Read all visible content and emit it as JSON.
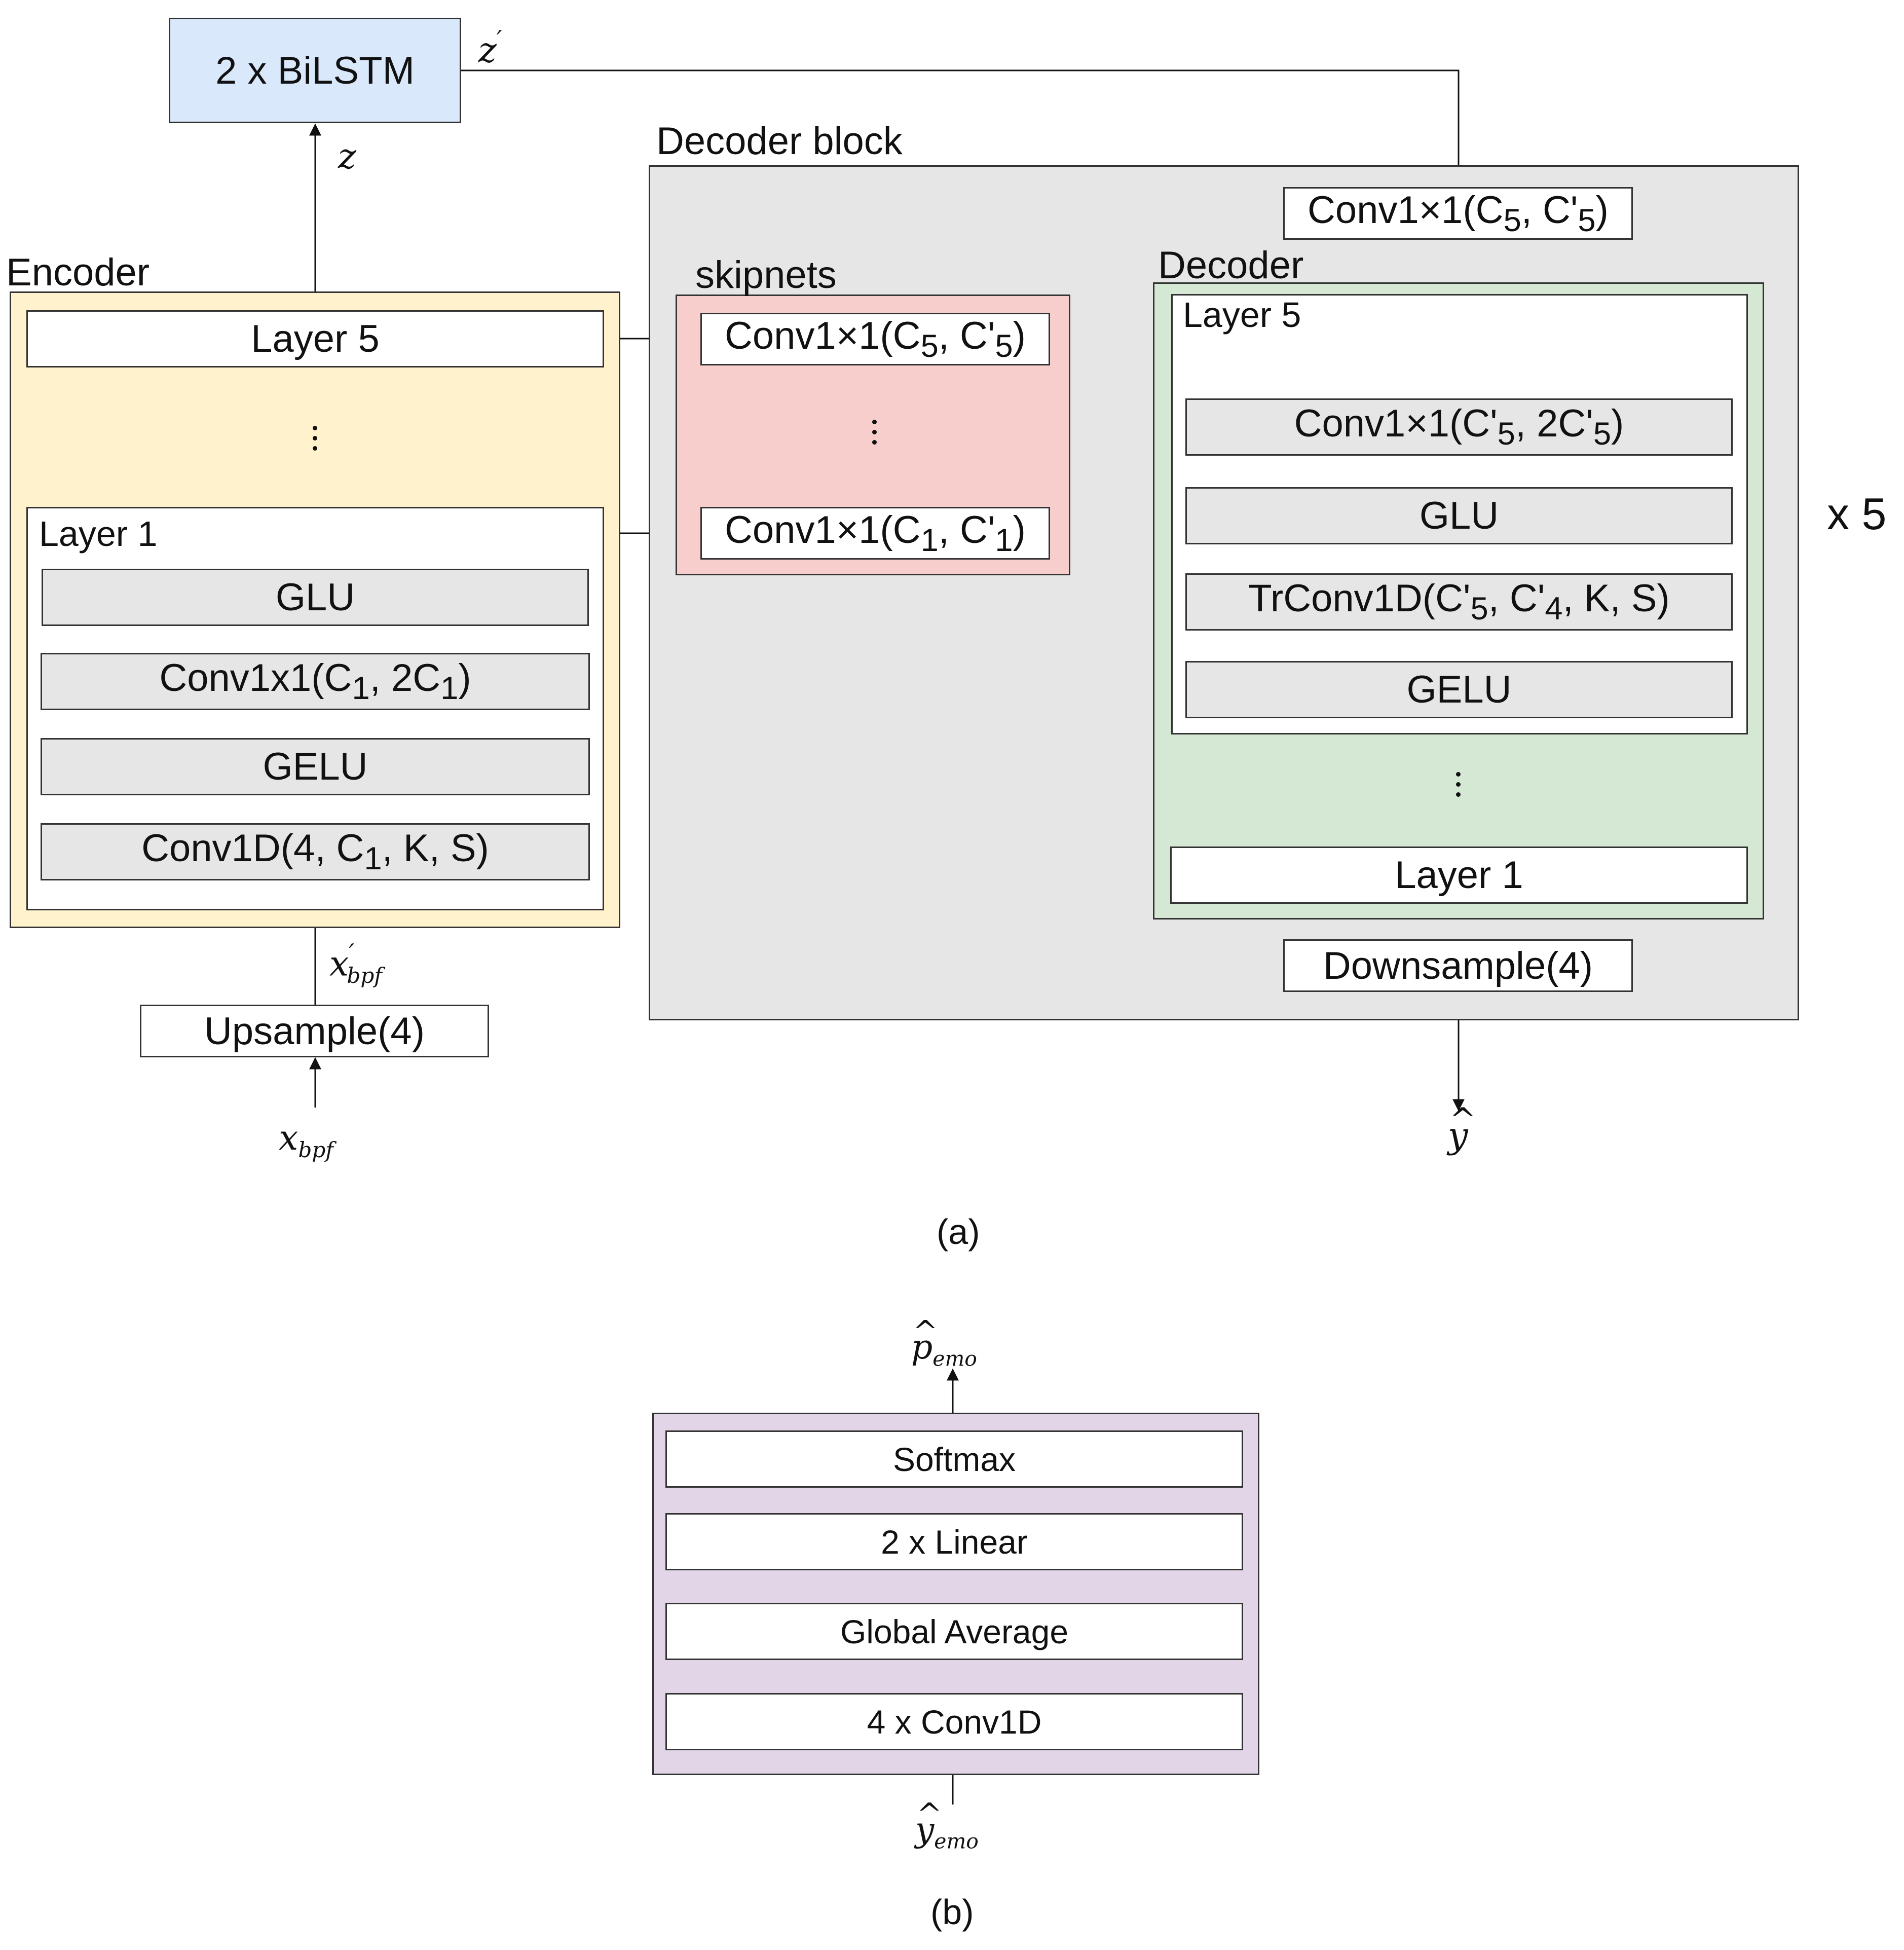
{
  "colors": {
    "bilstm_fill": "#dae8fc",
    "encoder_fill": "#fff2cc",
    "decoder_block_fill": "#e6e6e6",
    "skipnets_fill": "#f8cecc",
    "decoder_fill": "#d5e8d4",
    "classifier_fill": "#e1d5e7",
    "layer_fill": "#e6e6e6",
    "line": "#111111"
  },
  "bilstm": {
    "label": "2 x BiLSTM"
  },
  "symbols": {
    "z": "z",
    "z_prime": "z",
    "prime": "′",
    "x_bpf": "x",
    "x_bpf_sub": "bpf",
    "y_hat": "y",
    "y_emo": "y",
    "y_emo_sub": "emo",
    "p_emo": "p",
    "p_emo_sub": "emo"
  },
  "encoder": {
    "title": "Encoder",
    "layer5": "Layer 5",
    "layer1_title": "Layer 1",
    "glu": "GLU",
    "conv1x1": {
      "pre": "Conv1x1(C",
      "sub1": "1",
      "mid": ", 2C",
      "sub2": "1",
      "post": ")"
    },
    "gelu": "GELU",
    "conv1d": {
      "pre": "Conv1D(4, C",
      "sub": "1",
      "post": ", K, S)"
    }
  },
  "upsample": "Upsample(4)",
  "decoder_block": {
    "title": "Decoder block",
    "top_conv": {
      "pre": "Conv1×1(C",
      "sub1": "5",
      "mid": ", C'",
      "sub2": "5",
      "post": ")"
    },
    "repeat": "x 5",
    "downsample": "Downsample(4)"
  },
  "skipnets": {
    "title": "skipnets",
    "conv5": {
      "pre": "Conv1×1(C",
      "sub1": "5",
      "mid": ", C'",
      "sub2": "5",
      "post": ")"
    },
    "conv1": {
      "pre": "Conv1×1(C",
      "sub1": "1",
      "mid": ", C'",
      "sub2": "1",
      "post": ")"
    }
  },
  "decoder": {
    "title": "Decoder",
    "layer5_title": "Layer 5",
    "conv": {
      "pre": "Conv1×1(C'",
      "sub1": "5",
      "mid": ", 2C'",
      "sub2": "5",
      "post": ")"
    },
    "glu": "GLU",
    "trconv": {
      "pre": "TrConv1D(C'",
      "sub1": "5",
      "mid": ", C'",
      "sub2": "4",
      "post": ", K, S)"
    },
    "gelu": "GELU",
    "layer1": "Layer 1"
  },
  "caption_a": "(a)",
  "classifier": {
    "softmax": "Softmax",
    "linear": "2 x Linear",
    "global_average": "Global Average",
    "conv1d": "4 x Conv1D"
  },
  "caption_b": "(b)"
}
